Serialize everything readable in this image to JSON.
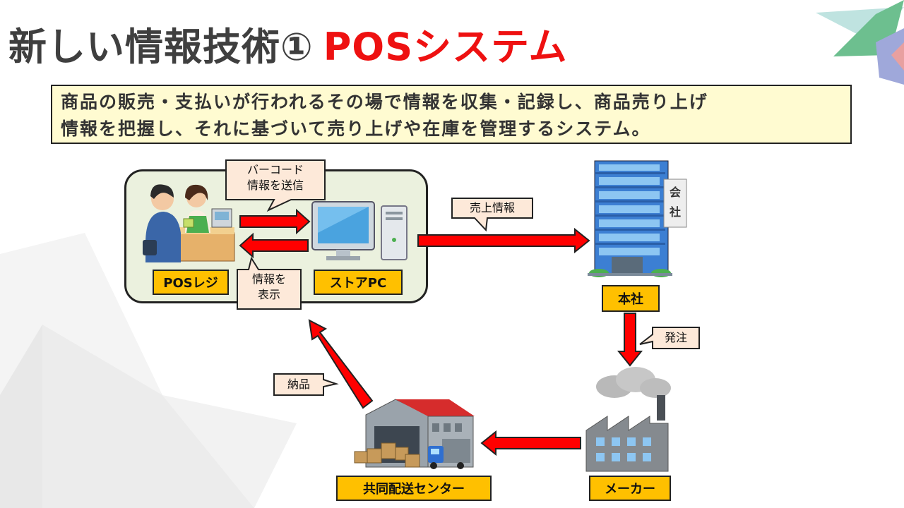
{
  "title": {
    "main": "新しい情報技術①",
    "accent": "POSシステム"
  },
  "definition": {
    "line1": "商品の販売・支払いが行われるその場で情報を収集・記録し、商品売り上げ",
    "line2": "情報を把握し、それに基づいて売り上げや在庫を管理するシステム。"
  },
  "labels": {
    "pos_register": "POSレジ",
    "store_pc": "ストアPC",
    "head_office": "本社",
    "maker": "メーカー",
    "delivery_center": "共同配送センター"
  },
  "callouts": {
    "barcode_line1": "バーコード",
    "barcode_line2": "情報を送信",
    "display_line1": "情報を",
    "display_line2": "表示",
    "sales_info": "売上情報",
    "order": "発注",
    "delivery": "納品"
  },
  "building_sign": {
    "char1": "会",
    "char2": "社"
  },
  "colors": {
    "accent": "#ee1111",
    "label_bg": "#ffc000",
    "definition_bg": "#fffbd1",
    "store_panel_bg": "#ebf1de",
    "callout_bg": "#fde9d9",
    "arrow": "#ff0000"
  },
  "icons": {
    "cashier": "cashier-customer-icon",
    "computer": "desktop-computer-icon",
    "building": "office-building-icon",
    "factory": "factory-icon",
    "warehouse": "warehouse-truck-icon"
  }
}
